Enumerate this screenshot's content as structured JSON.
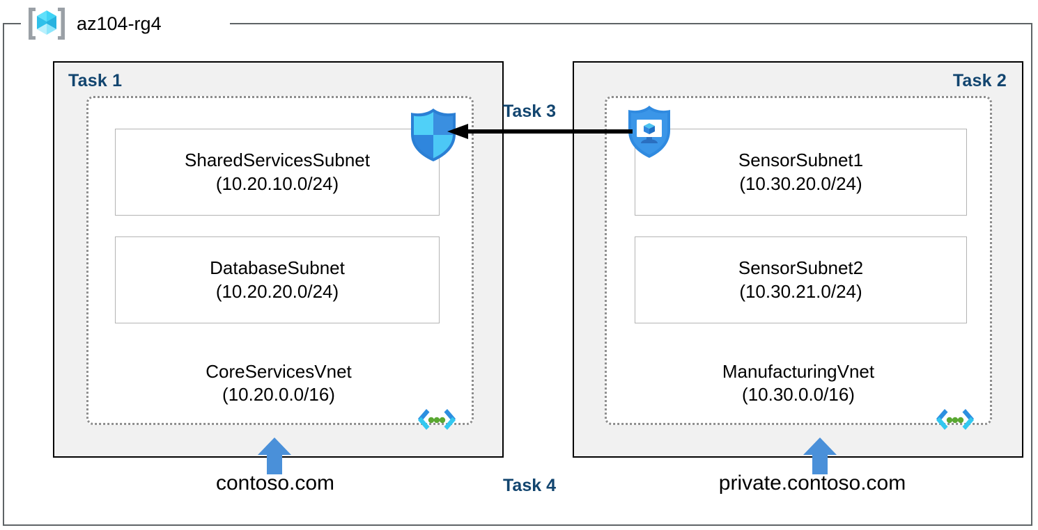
{
  "resource_group": {
    "name": "az104-rg4",
    "icon": "resource-group-cube-icon"
  },
  "tasks": {
    "task1": "Task 1",
    "task2": "Task 2",
    "task3": "Task 3",
    "task4": "Task 4"
  },
  "vnets": [
    {
      "task": "Task 1",
      "name": "CoreServicesVnet",
      "cidr": "(10.20.0.0/16)",
      "icon": "virtual-network-icon",
      "dns_zone": "contoso.com",
      "subnets": [
        {
          "name": "SharedServicesSubnet",
          "cidr": "(10.20.10.0/24)"
        },
        {
          "name": "DatabaseSubnet",
          "cidr": "(10.20.20.0/24)"
        }
      ]
    },
    {
      "task": "Task 2",
      "name": "ManufacturingVnet",
      "cidr": "(10.30.0.0/16)",
      "icon": "virtual-network-icon",
      "dns_zone": "private.contoso.com",
      "subnets": [
        {
          "name": "SensorSubnet1",
          "cidr": "(10.30.20.0/24)"
        },
        {
          "name": "SensorSubnet2",
          "cidr": "(10.30.21.0/24)"
        }
      ]
    }
  ],
  "icons": {
    "nsg_shield": "network-security-group-shield-icon",
    "bastion_shield": "bastion-shield-monitor-icon",
    "peering_arrow": "peering-arrow-left-icon",
    "dns_arrow_left": "dns-up-arrow-icon",
    "dns_arrow_right": "dns-up-arrow-icon"
  },
  "colors": {
    "task_label": "#12456f",
    "box_fill": "#f1f1f1",
    "box_border": "#000000",
    "vnet_border": "#8d8d8d",
    "subnet_border": "#b3b3b3",
    "frame_border": "#5e6366",
    "arrow_blue": "#4a90d9",
    "cube_cyan": "#32ccf5",
    "cube_blue": "#2aa9e0",
    "bracket_gray": "#9aa0a6",
    "shield_cyan": "#50d0f8",
    "shield_blue": "#3a8fe0",
    "vnet_icon_blue": "#2c8fe0",
    "vnet_icon_cyan": "#32c8f0",
    "vnet_icon_green": "#5aa832"
  }
}
